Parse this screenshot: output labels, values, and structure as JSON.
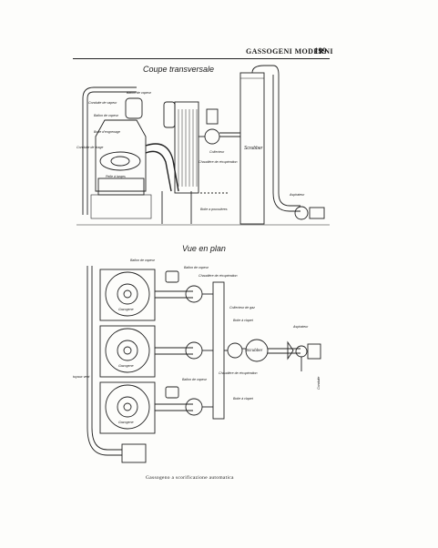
{
  "header": {
    "title": "GASSOGENI MODERNI",
    "page_number": "199"
  },
  "figure_top": {
    "title": "Coupe transversale",
    "labels": {
      "ballon_vapeur": "Ballon de vapeur",
      "conduite_vapeur": "Conduite de vapeur",
      "ballon_vapeur_2": "Ballon de vapeur",
      "boite_engrenage": "Boite d'engrenage",
      "conduite_tirage": "Conduite de tirage",
      "pelle_larges": "Pelle à larges",
      "collecteur": "Collecteur",
      "chaudiere": "Chaudière de récupération",
      "scrubber": "Scrubber",
      "aspirateur": "Aspirateur",
      "bouche": "Boite a poussières"
    }
  },
  "figure_bottom": {
    "title": "Vue en plan",
    "labels": {
      "ballon_vapeur_a": "Ballon de vapeur",
      "ballon_vapeur_b": "Ballon de vapeur",
      "chaudiere_a": "Chaudière de récupération",
      "collecteur_gaz": "Collecteur de gaz",
      "boite_clapet_a": "Boite à clapet",
      "gazogene_a": "Gazogene",
      "gazogene_b": "Gazogene",
      "gazogene_c": "Gazogene",
      "scrubber": "Scrubber",
      "aspirateur": "Aspirateur",
      "chaudiere_b": "Chaudière de récupération",
      "ballon_vapeur_c": "Ballon de vapeur",
      "boite_clapet_b": "Boite à clapet",
      "tuyaux": "tuyaux vent",
      "conduite": "Conduite"
    }
  },
  "caption": "Gassogeno a scorificazione automatica"
}
